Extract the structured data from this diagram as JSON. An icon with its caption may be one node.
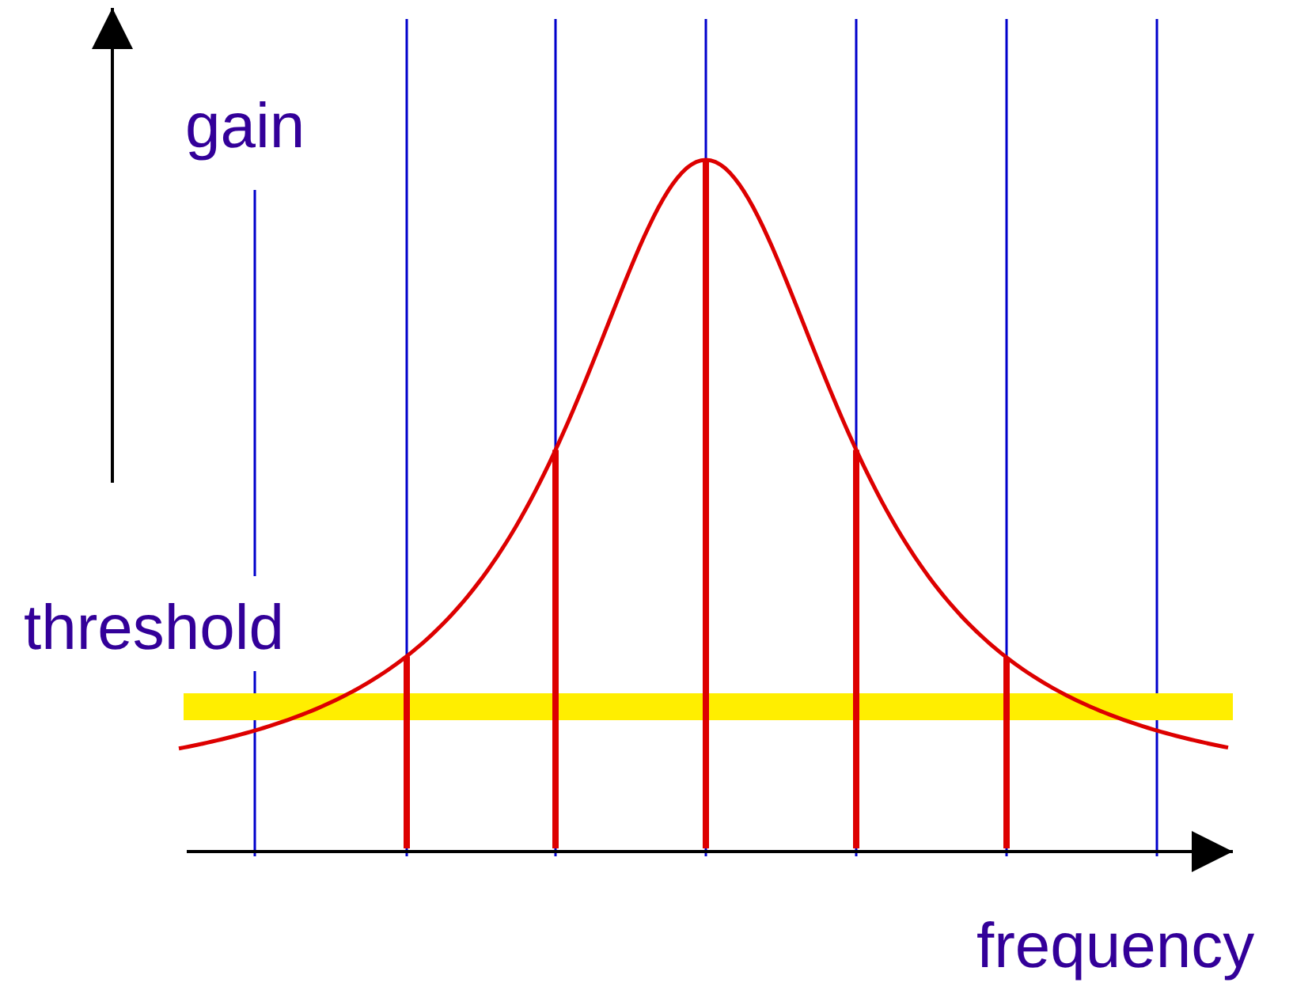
{
  "diagram": {
    "labels": [
      "gain",
      "threshold",
      "frequency"
    ]
  }
}
